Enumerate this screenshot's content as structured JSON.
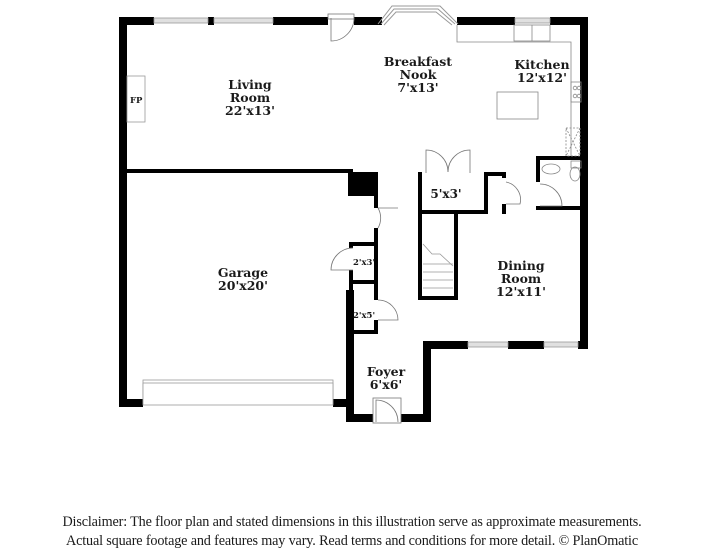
{
  "floor_plan": {
    "rooms": [
      {
        "id": "living-room",
        "name": "Living Room",
        "name_lines": [
          "Living",
          "Room"
        ],
        "dimensions": "22'x13'"
      },
      {
        "id": "breakfast-nook",
        "name": "Breakfast Nook",
        "name_lines": [
          "Breakfast",
          "Nook"
        ],
        "dimensions": "7'x13'"
      },
      {
        "id": "kitchen",
        "name": "Kitchen",
        "name_lines": [
          "Kitchen"
        ],
        "dimensions": "12'x12'"
      },
      {
        "id": "garage",
        "name": "Garage",
        "name_lines": [
          "Garage"
        ],
        "dimensions": "20'x20'"
      },
      {
        "id": "dining-room",
        "name": "Dining Room",
        "name_lines": [
          "Dining",
          "Room"
        ],
        "dimensions": "12'x11'"
      },
      {
        "id": "foyer",
        "name": "Foyer",
        "name_lines": [
          "Foyer"
        ],
        "dimensions": "6'x6'"
      },
      {
        "id": "pantry",
        "name": "",
        "dimensions": "5'x3'"
      },
      {
        "id": "closet-1",
        "name": "",
        "dimensions": "2'x3'"
      },
      {
        "id": "closet-2",
        "name": "",
        "dimensions": "2'x5'"
      }
    ],
    "fixtures": {
      "fireplace": "FP"
    }
  },
  "disclaimer": {
    "line1": "Disclaimer: The floor plan and stated dimensions in this illustration serve as approximate measurements.",
    "line2": "Actual square footage and features may vary. Read terms and conditions for more detail. © PlanOmatic"
  },
  "colors": {
    "wall": "#000000",
    "window": "#d9d9d9",
    "fixture_line": "#888888",
    "background": "#ffffff"
  }
}
